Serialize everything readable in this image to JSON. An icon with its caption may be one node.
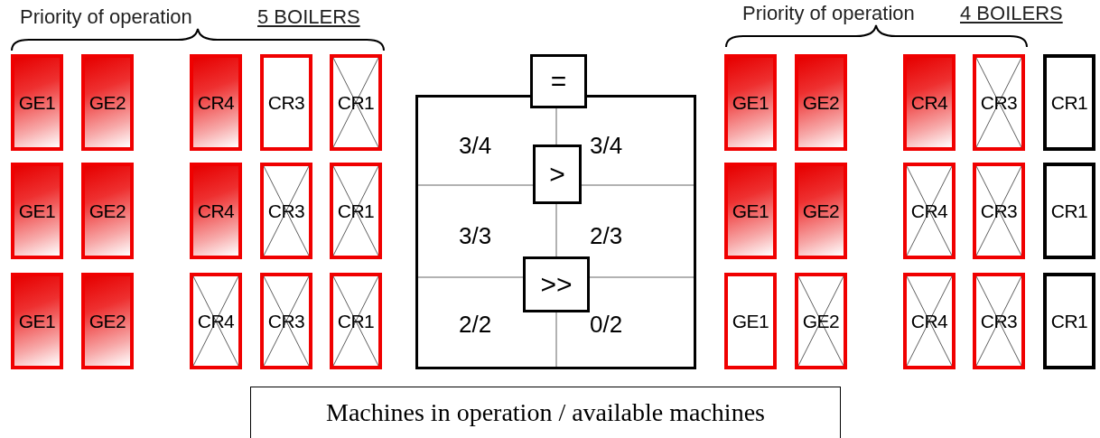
{
  "diagram": {
    "nodes": [
      {
        "text": [
          "GE1"
        ]
      },
      {
        "text": [
          "GE2"
        ]
      },
      {
        "text": [
          "CR4"
        ]
      },
      {
        "text": [
          "CR3"
        ]
      },
      {
        "text": [
          "CR1"
        ]
      },
      {
        "text": [
          "GE1"
        ]
      },
      {
        "text": [
          "GE2"
        ]
      },
      {
        "text": [
          "CR4"
        ]
      },
      {
        "text": [
          "CR3"
        ]
      },
      {
        "text": [
          "CR1"
        ]
      },
      {
        "text": [
          "GE1"
        ]
      },
      {
        "text": [
          "GE2"
        ]
      },
      {
        "text": [
          "CR4"
        ]
      },
      {
        "text": [
          "CR3"
        ]
      },
      {
        "text": [
          "CR1"
        ]
      },
      {
        "text": [
          "3/4",
          "3/4",
          "3/3",
          "2/3",
          "2/2",
          "0/2"
        ]
      },
      {
        "text": [
          "="
        ]
      },
      {
        "text": [
          ">"
        ],
        "in": 15
      },
      {
        "text": [
          ">>"
        ],
        "in": 15
      },
      {
        "text": [
          "GE1"
        ]
      },
      {
        "text": [
          "GE2"
        ]
      },
      {
        "text": [
          "CR4"
        ]
      },
      {
        "text": [
          "CR3"
        ]
      },
      {
        "text": [
          "CR1"
        ]
      },
      {
        "text": [
          "GE1"
        ]
      },
      {
        "text": [
          "GE2"
        ]
      },
      {
        "text": [
          "CR4"
        ]
      },
      {
        "text": [
          "CR3"
        ]
      },
      {
        "text": [
          "CR1"
        ]
      },
      {
        "text": [
          "GE1"
        ]
      },
      {
        "text": [
          "GE2"
        ]
      },
      {
        "text": [
          "CR4"
        ]
      },
      {
        "text": [
          "CR3"
        ]
      },
      {
        "text": [
          "CR1"
        ]
      },
      {
        "text": [
          "Machines in operation / available machines"
        ]
      }
    ],
    "labels": [
      "Priority of operation",
      "5 BOILERS",
      "Priority of operation",
      "4 BOILERS"
    ]
  }
}
